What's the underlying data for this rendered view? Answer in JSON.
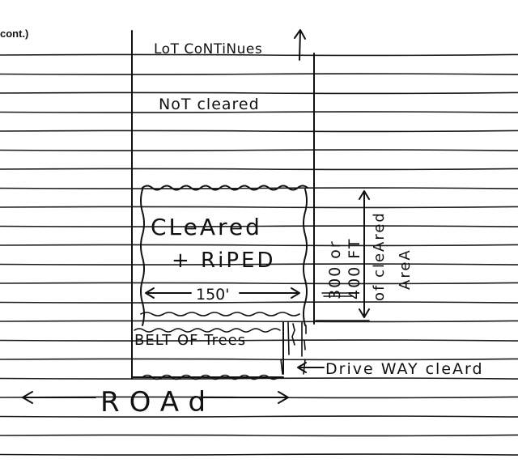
{
  "header": {
    "continued_label": "cont.)"
  },
  "sketch": {
    "lot_continues": "LoT CoNTiNues",
    "not_cleared": "NoT cleared",
    "cleared_line1": "CLeAred",
    "cleared_line2": "+ RiPED",
    "width_label": "150'",
    "depth_line1": "300 or",
    "depth_line2": "400 FT",
    "area_line1": "of cleAred",
    "area_line2": "AreA",
    "belt_label": "BELT OF Trees",
    "driveway_label": "Drive WAY cleArd",
    "road_label": "ROAd"
  }
}
